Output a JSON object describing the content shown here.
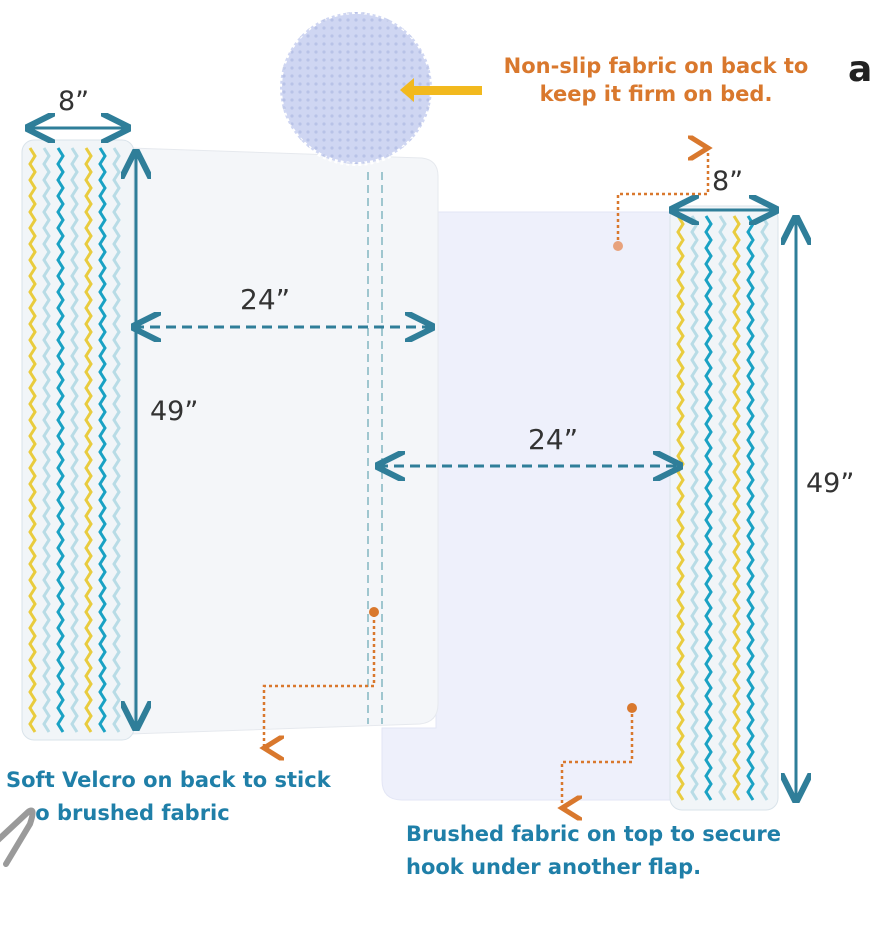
{
  "dimensions": {
    "left_roll_width": "8”",
    "left_sheet_width": "24”",
    "left_height": "49”",
    "right_roll_width": "8”",
    "right_sheet_width": "24”",
    "right_height": "49”"
  },
  "callouts": {
    "non_slip": [
      "Non-slip fabric on back to",
      "keep it firm on bed."
    ],
    "velcro": [
      "Soft Velcro on back to stick",
      "    o brushed fabric"
    ],
    "brushed": [
      "Brushed fabric on top to secure",
      "hook under another flap."
    ]
  },
  "partial_letter": "a",
  "colors": {
    "dimension_arrow": "#2f7e99",
    "callout_orange": "#d9782d",
    "callout_blue": "#1f7fa8",
    "accent_yellow": "#f2b91e",
    "chevron_teal": "#1aa2c4",
    "chevron_yellow": "#e9cc3e",
    "chevron_light": "#b8dce6"
  }
}
